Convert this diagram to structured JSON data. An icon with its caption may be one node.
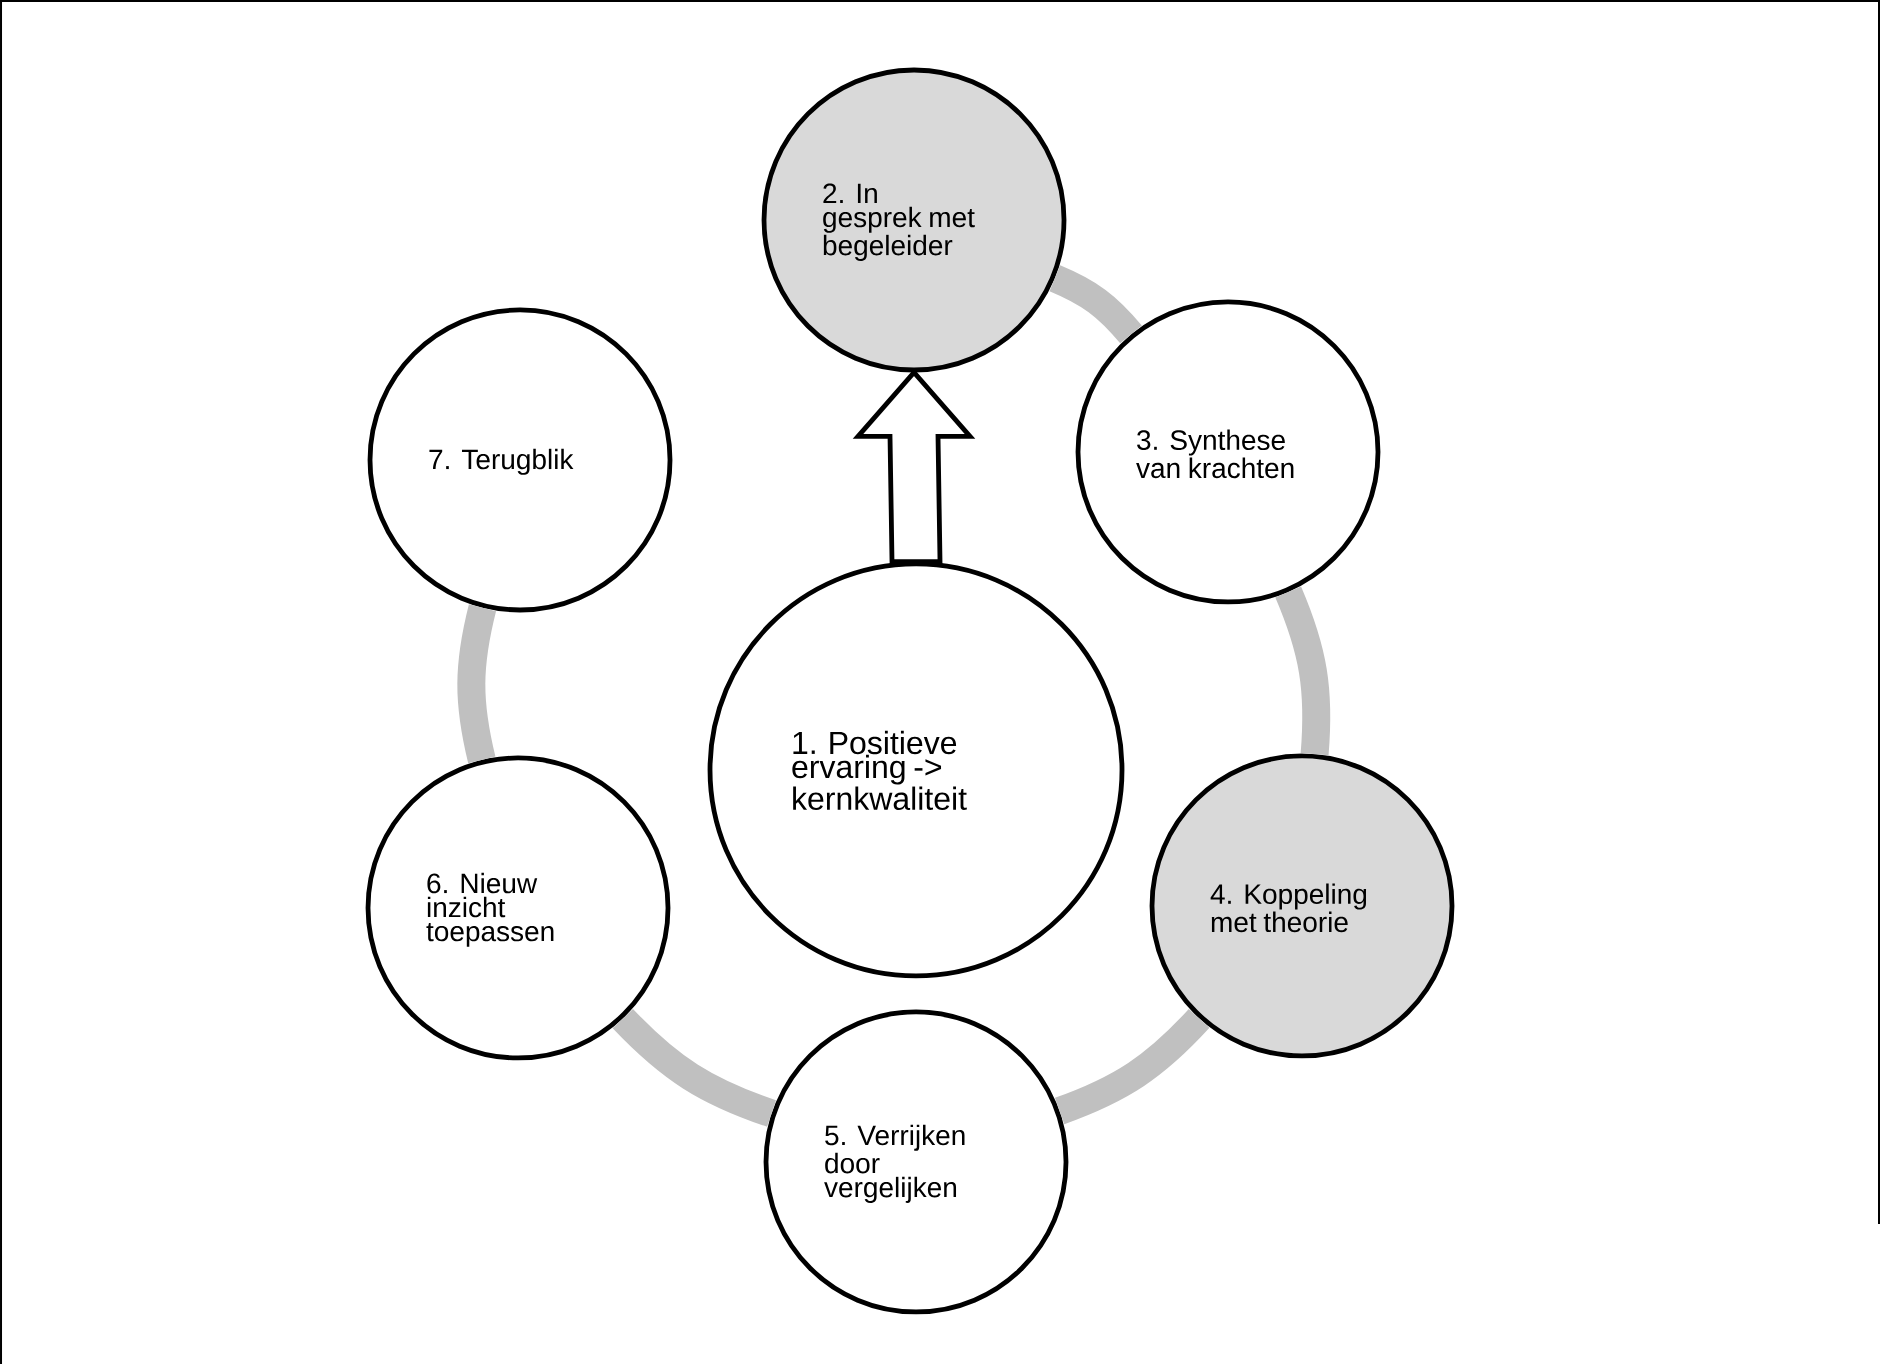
{
  "diagram": {
    "nodes": [
      {
        "text": [
          "1. Positieve ervaring -> kernkwaliteit"
        ]
      },
      {
        "text": [
          "2. In gesprek met begeleider"
        ]
      },
      {
        "text": [
          "3. Synthese van krachten"
        ]
      },
      {
        "text": [
          "4. Koppeling met theorie"
        ]
      },
      {
        "text": [
          "5. Verrijken door vergelijken"
        ]
      },
      {
        "text": [
          "6. Nieuw inzicht toepassen"
        ]
      },
      {
        "text": [
          "7. Terugblik"
        ]
      }
    ],
    "edges": [
      {
        "from": 0,
        "to": 1,
        "arrow": "to"
      },
      {
        "from": 1,
        "to": 2,
        "arrow": "none"
      },
      {
        "from": 2,
        "to": 3,
        "arrow": "none"
      },
      {
        "from": 3,
        "to": 4,
        "arrow": "none"
      },
      {
        "from": 4,
        "to": 5,
        "arrow": "none"
      },
      {
        "from": 5,
        "to": 6,
        "arrow": "none"
      }
    ]
  }
}
